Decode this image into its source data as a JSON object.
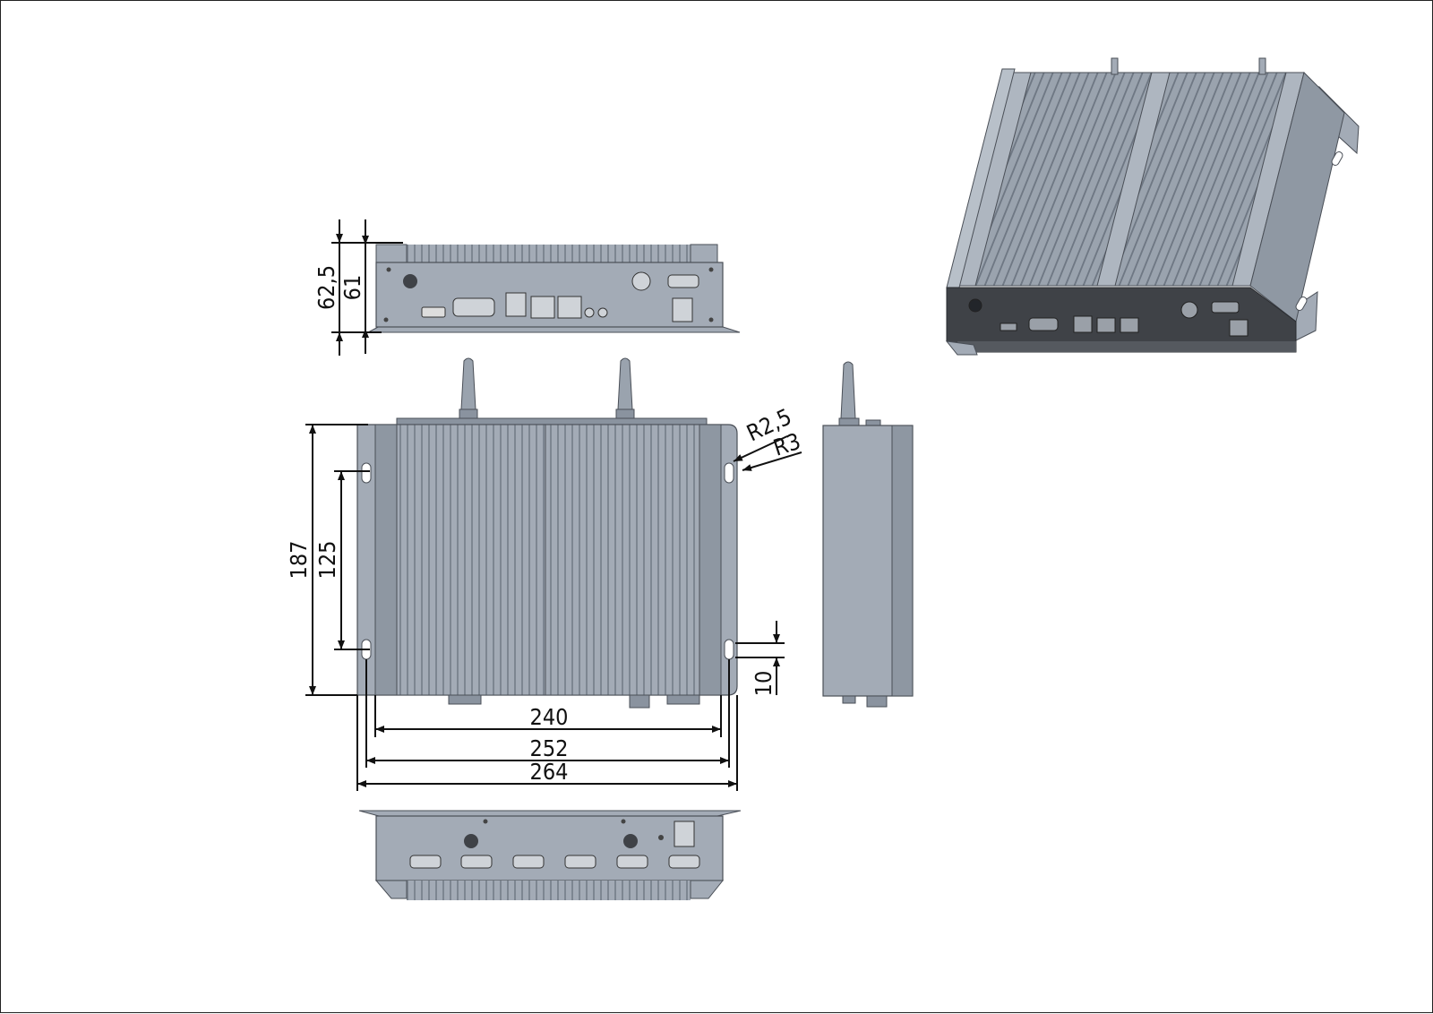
{
  "colors": {
    "body": "#a3abb6",
    "body_dark": "#8a939f",
    "face_dark": "#3f4247",
    "outline": "#4a4f57",
    "dim_line": "#111111"
  },
  "dimensions": {
    "front_height_outer": "62,5",
    "front_height_inner": "61",
    "total_depth": "187",
    "mount_hole_spacing_v": "125",
    "slot_radius_1": "R2,5",
    "slot_radius_2": "R3",
    "slot_offset": "10",
    "width_body": "240",
    "width_holes": "252",
    "width_total": "264"
  }
}
